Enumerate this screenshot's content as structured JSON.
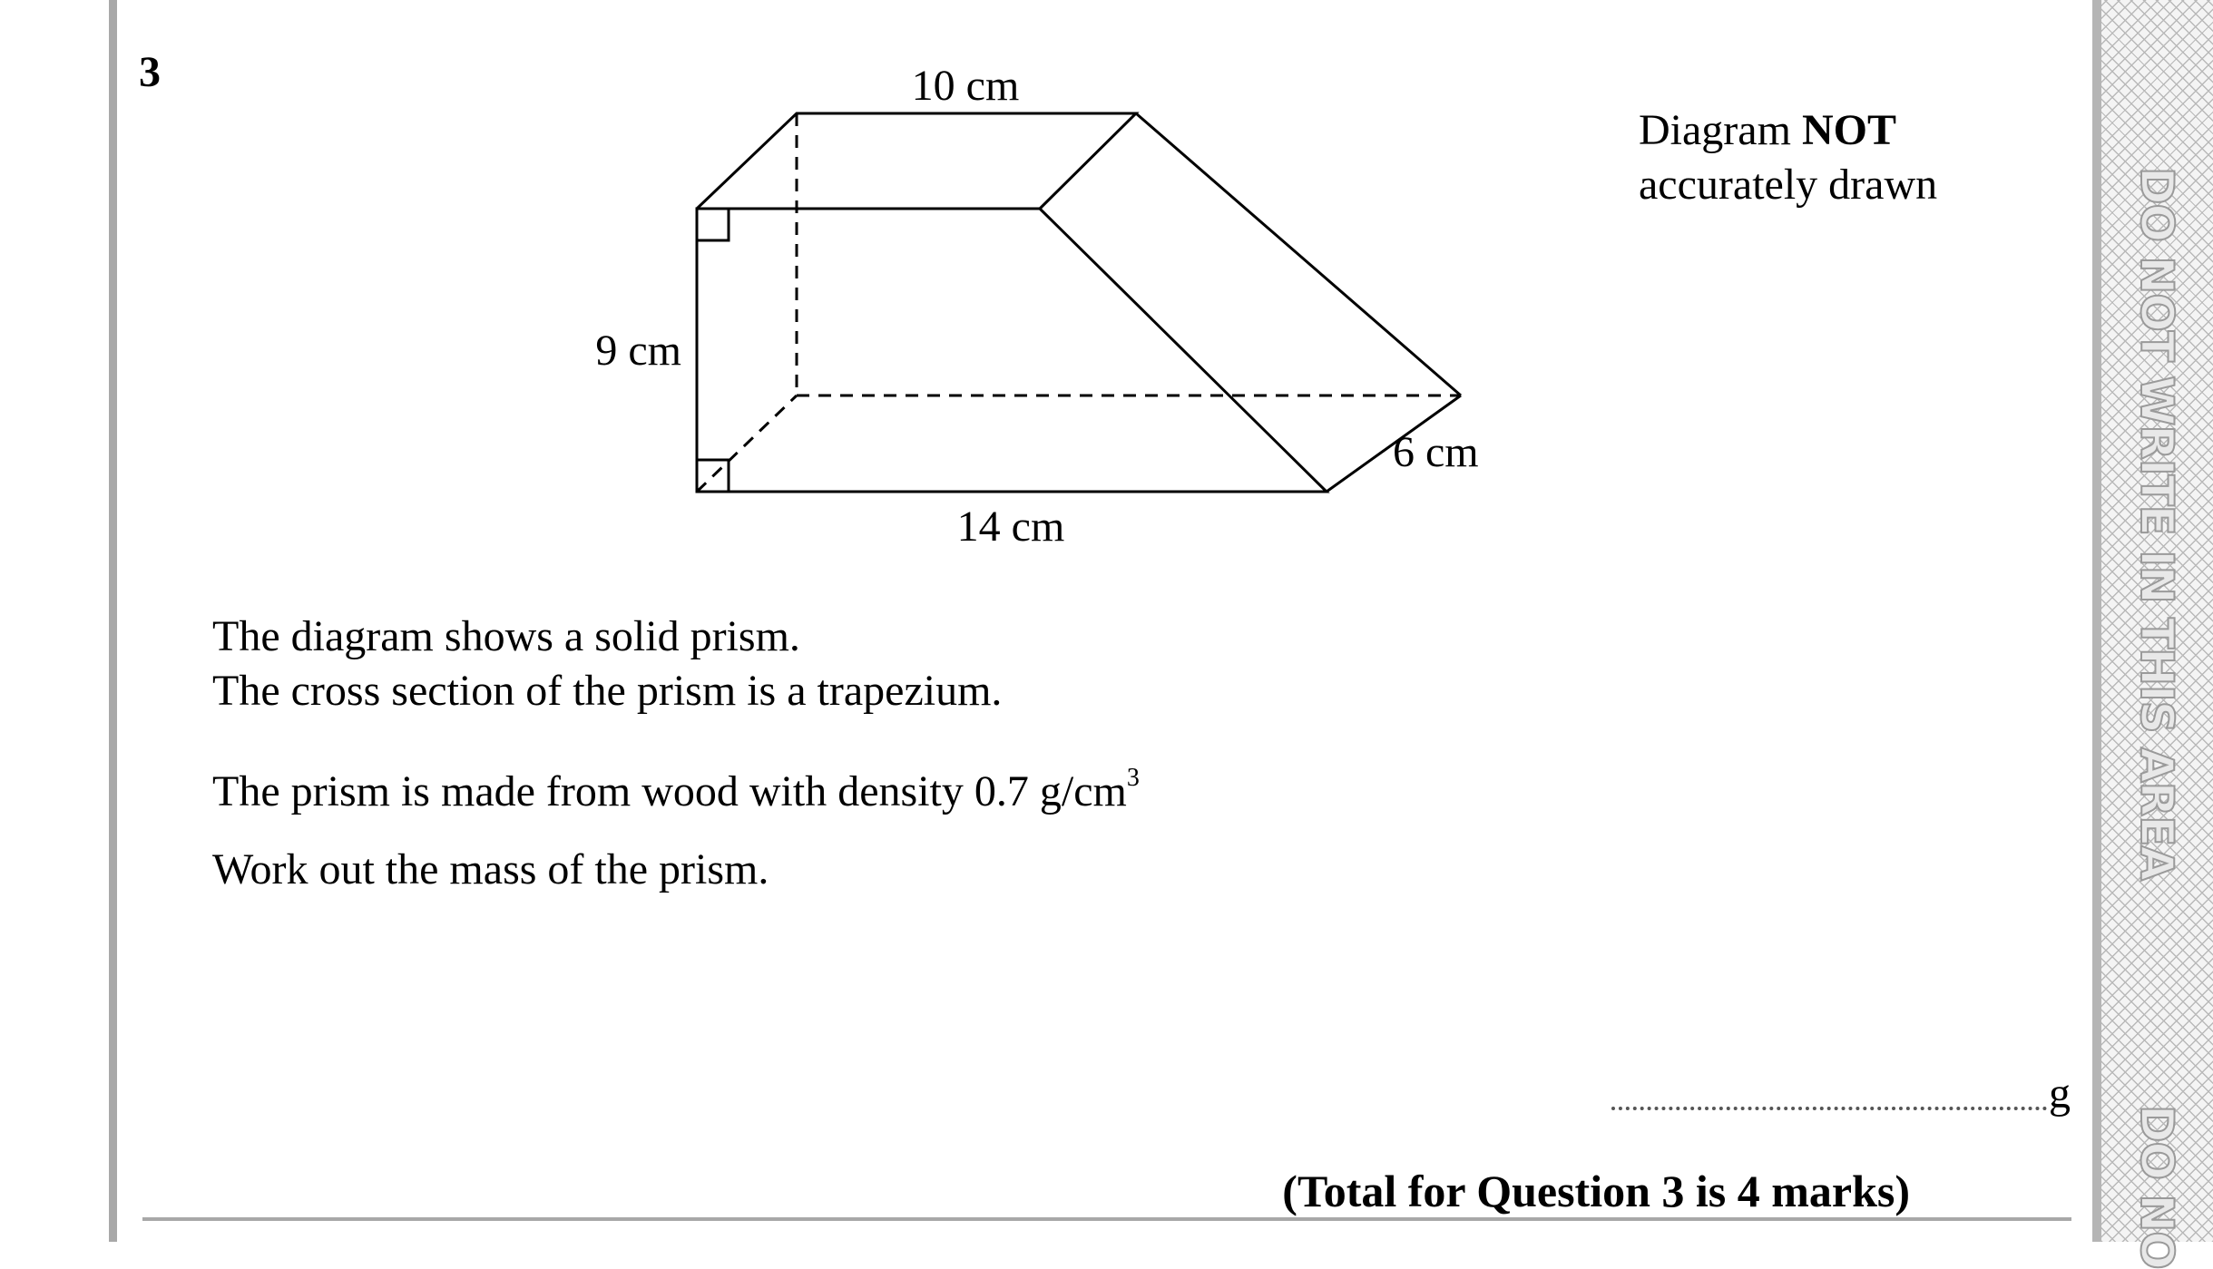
{
  "question": {
    "number": "3",
    "diagram": {
      "labels": {
        "top": "10 cm",
        "left": "9 cm",
        "bottom": "14 cm",
        "depth": "6 cm"
      },
      "note": {
        "prefix": "Diagram ",
        "emphasis": "NOT",
        "line2": "accurately drawn"
      }
    },
    "text": {
      "line1": "The diagram shows a solid prism.",
      "line2": "The cross section of the prism is a trapezium.",
      "density_text": "The prism is made from wood with density 0.7 g/cm",
      "density_superscript": "3",
      "instruction": "Work out the mass of the prism."
    },
    "answer": {
      "unit": "g"
    },
    "total": "(Total for Question 3 is 4 marks)"
  },
  "margin": {
    "warning": "DO NOT WRITE IN THIS AREA",
    "warning_cut": "DO NO"
  }
}
